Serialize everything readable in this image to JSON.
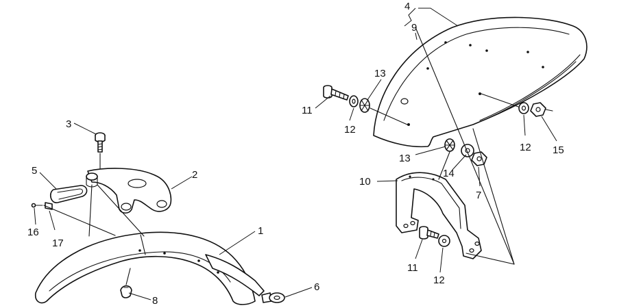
{
  "callouts": [
    {
      "id": "c1",
      "label": "1"
    },
    {
      "id": "c2",
      "label": "2"
    },
    {
      "id": "c3",
      "label": "3"
    },
    {
      "id": "c4",
      "label": "4"
    },
    {
      "id": "c5",
      "label": "5"
    },
    {
      "id": "c6",
      "label": "6"
    },
    {
      "id": "c7",
      "label": "7"
    },
    {
      "id": "c8",
      "label": "8"
    },
    {
      "id": "c9",
      "label": "9"
    },
    {
      "id": "c10",
      "label": "10"
    },
    {
      "id": "c11a",
      "label": "11"
    },
    {
      "id": "c11b",
      "label": "11"
    },
    {
      "id": "c12a",
      "label": "12"
    },
    {
      "id": "c12b",
      "label": "12"
    },
    {
      "id": "c12c",
      "label": "12"
    },
    {
      "id": "c13a",
      "label": "13"
    },
    {
      "id": "c13b",
      "label": "13"
    },
    {
      "id": "c14",
      "label": "14"
    },
    {
      "id": "c15",
      "label": "15"
    },
    {
      "id": "c16",
      "label": "16"
    },
    {
      "id": "c17",
      "label": "17"
    }
  ]
}
